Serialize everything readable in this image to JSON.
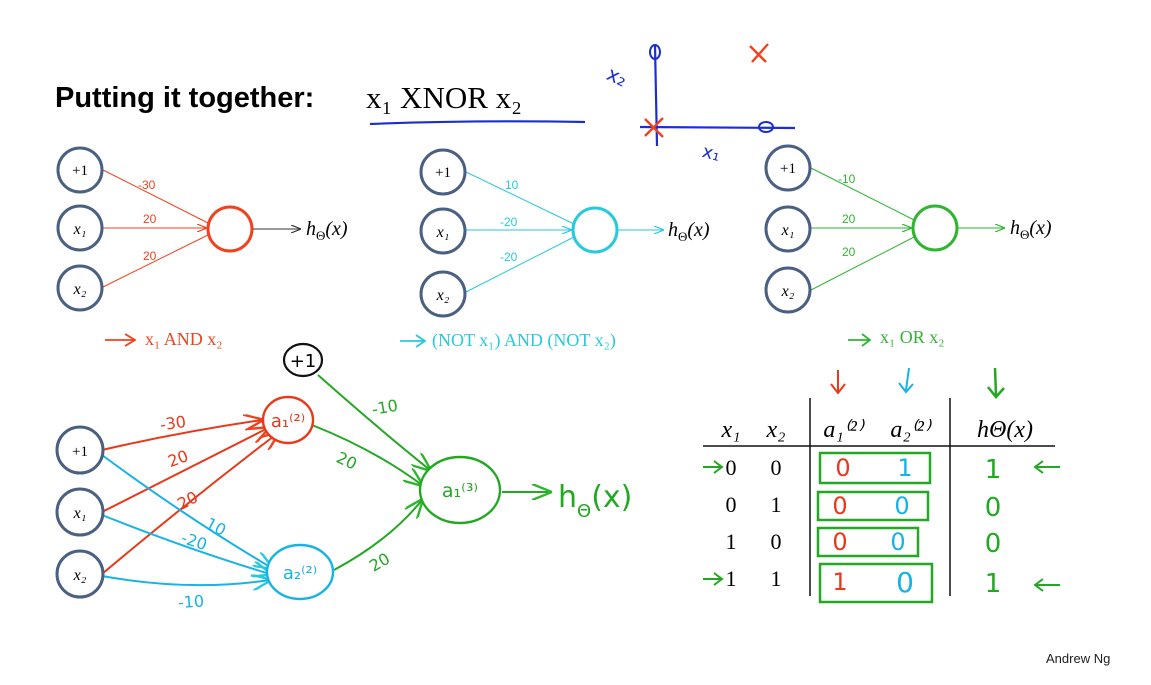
{
  "title": "Putting it together:",
  "title_math": "x₁ XNOR x₂",
  "footer": "Andrew Ng",
  "colors": {
    "red": "#f0421e",
    "cyan": "#27c9dc",
    "green": "#2fb52f",
    "node_border": "#4a6082",
    "blue_ink": "#1b2fd0",
    "hand_green": "#23a823",
    "hand_red": "#e8391b",
    "hand_cyan": "#17b3e5"
  },
  "xy_plot": {
    "y_label": "x₂",
    "x_label": "x₁"
  },
  "nodes": {
    "bias": "+1",
    "x1": "x₁",
    "x2": "x₂"
  },
  "networks": {
    "and": {
      "weights": [
        "-30",
        "20",
        "20"
      ],
      "output": "h",
      "output_sub": "Θ",
      "output_arg": "(x)",
      "caption": "x₁ AND x₂"
    },
    "nor": {
      "weights": [
        "10",
        "-20",
        "-20"
      ],
      "output": "h",
      "output_sub": "Θ",
      "output_arg": "(x)",
      "caption": "(NOT x₁) AND (NOT x₂)"
    },
    "or": {
      "weights": [
        "-10",
        "20",
        "20"
      ],
      "output": "h",
      "output_sub": "Θ",
      "output_arg": "(x)",
      "caption": "x₁ OR x₂"
    }
  },
  "combined": {
    "bias_top": "+1",
    "weights_red": [
      "-30",
      "20",
      "20"
    ],
    "weights_cyan": [
      "10",
      "-20",
      "-10"
    ],
    "weights_green": [
      "-10",
      "20",
      "20"
    ],
    "a1": "a₁⁽²⁾",
    "a2": "a₂⁽²⁾",
    "a3": "a₁⁽³⁾",
    "output": "h",
    "output_sub": "Θ",
    "output_arg": "(x)"
  },
  "truth_table": {
    "headers": [
      "x₁",
      "x₂",
      "a₁⁽²⁾",
      "a₂⁽²⁾",
      "hΘ(x)"
    ],
    "rows": [
      [
        "0",
        "0",
        "0",
        "1",
        "1"
      ],
      [
        "0",
        "1",
        "0",
        "0",
        "0"
      ],
      [
        "1",
        "0",
        "0",
        "0",
        "0"
      ],
      [
        "1",
        "1",
        "1",
        "0",
        "1"
      ]
    ]
  }
}
